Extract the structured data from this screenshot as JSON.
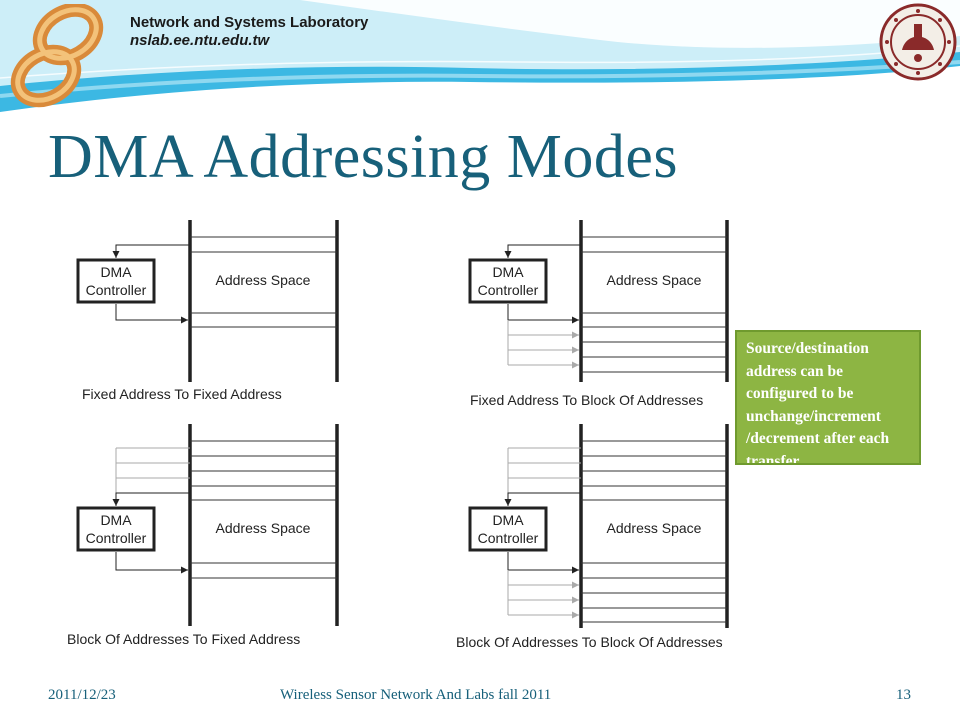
{
  "header": {
    "lab_name": "Network and Systems Laboratory",
    "lab_url": "nslab.ee.ntu.edu.tw"
  },
  "slide": {
    "title": "DMA Addressing Modes"
  },
  "diagrams": [
    {
      "controller_label_1": "DMA",
      "controller_label_2": "Controller",
      "space_label": "Address Space",
      "caption": "Fixed Address To Fixed Address"
    },
    {
      "controller_label_1": "DMA",
      "controller_label_2": "Controller",
      "space_label": "Address Space",
      "caption": "Fixed Address To Block Of Addresses"
    },
    {
      "controller_label_1": "DMA",
      "controller_label_2": "Controller",
      "space_label": "Address Space",
      "caption": "Block Of Addresses To Fixed Address"
    },
    {
      "controller_label_1": "DMA",
      "controller_label_2": "Controller",
      "space_label": "Address Space",
      "caption": "Block Of Addresses To Block Of Addresses"
    }
  ],
  "note": {
    "text": "Source/destination address can be configured to be unchange/increment /decrement after each transfer",
    "colors": {
      "background": "#8db543",
      "border": "#6f9a2e",
      "text": "#ffffff"
    }
  },
  "footer": {
    "date": "2011/12/23",
    "course": "Wireless Sensor Network And Labs fall 2011",
    "page": "13"
  },
  "colors": {
    "title": "#17607a",
    "wave_light": "#cdeef8",
    "wave_mid": "#8fd8f0",
    "wave_dark": "#3cb8e3"
  },
  "icons": {
    "logo": "infinity-logo-icon",
    "seal": "university-seal-icon"
  }
}
